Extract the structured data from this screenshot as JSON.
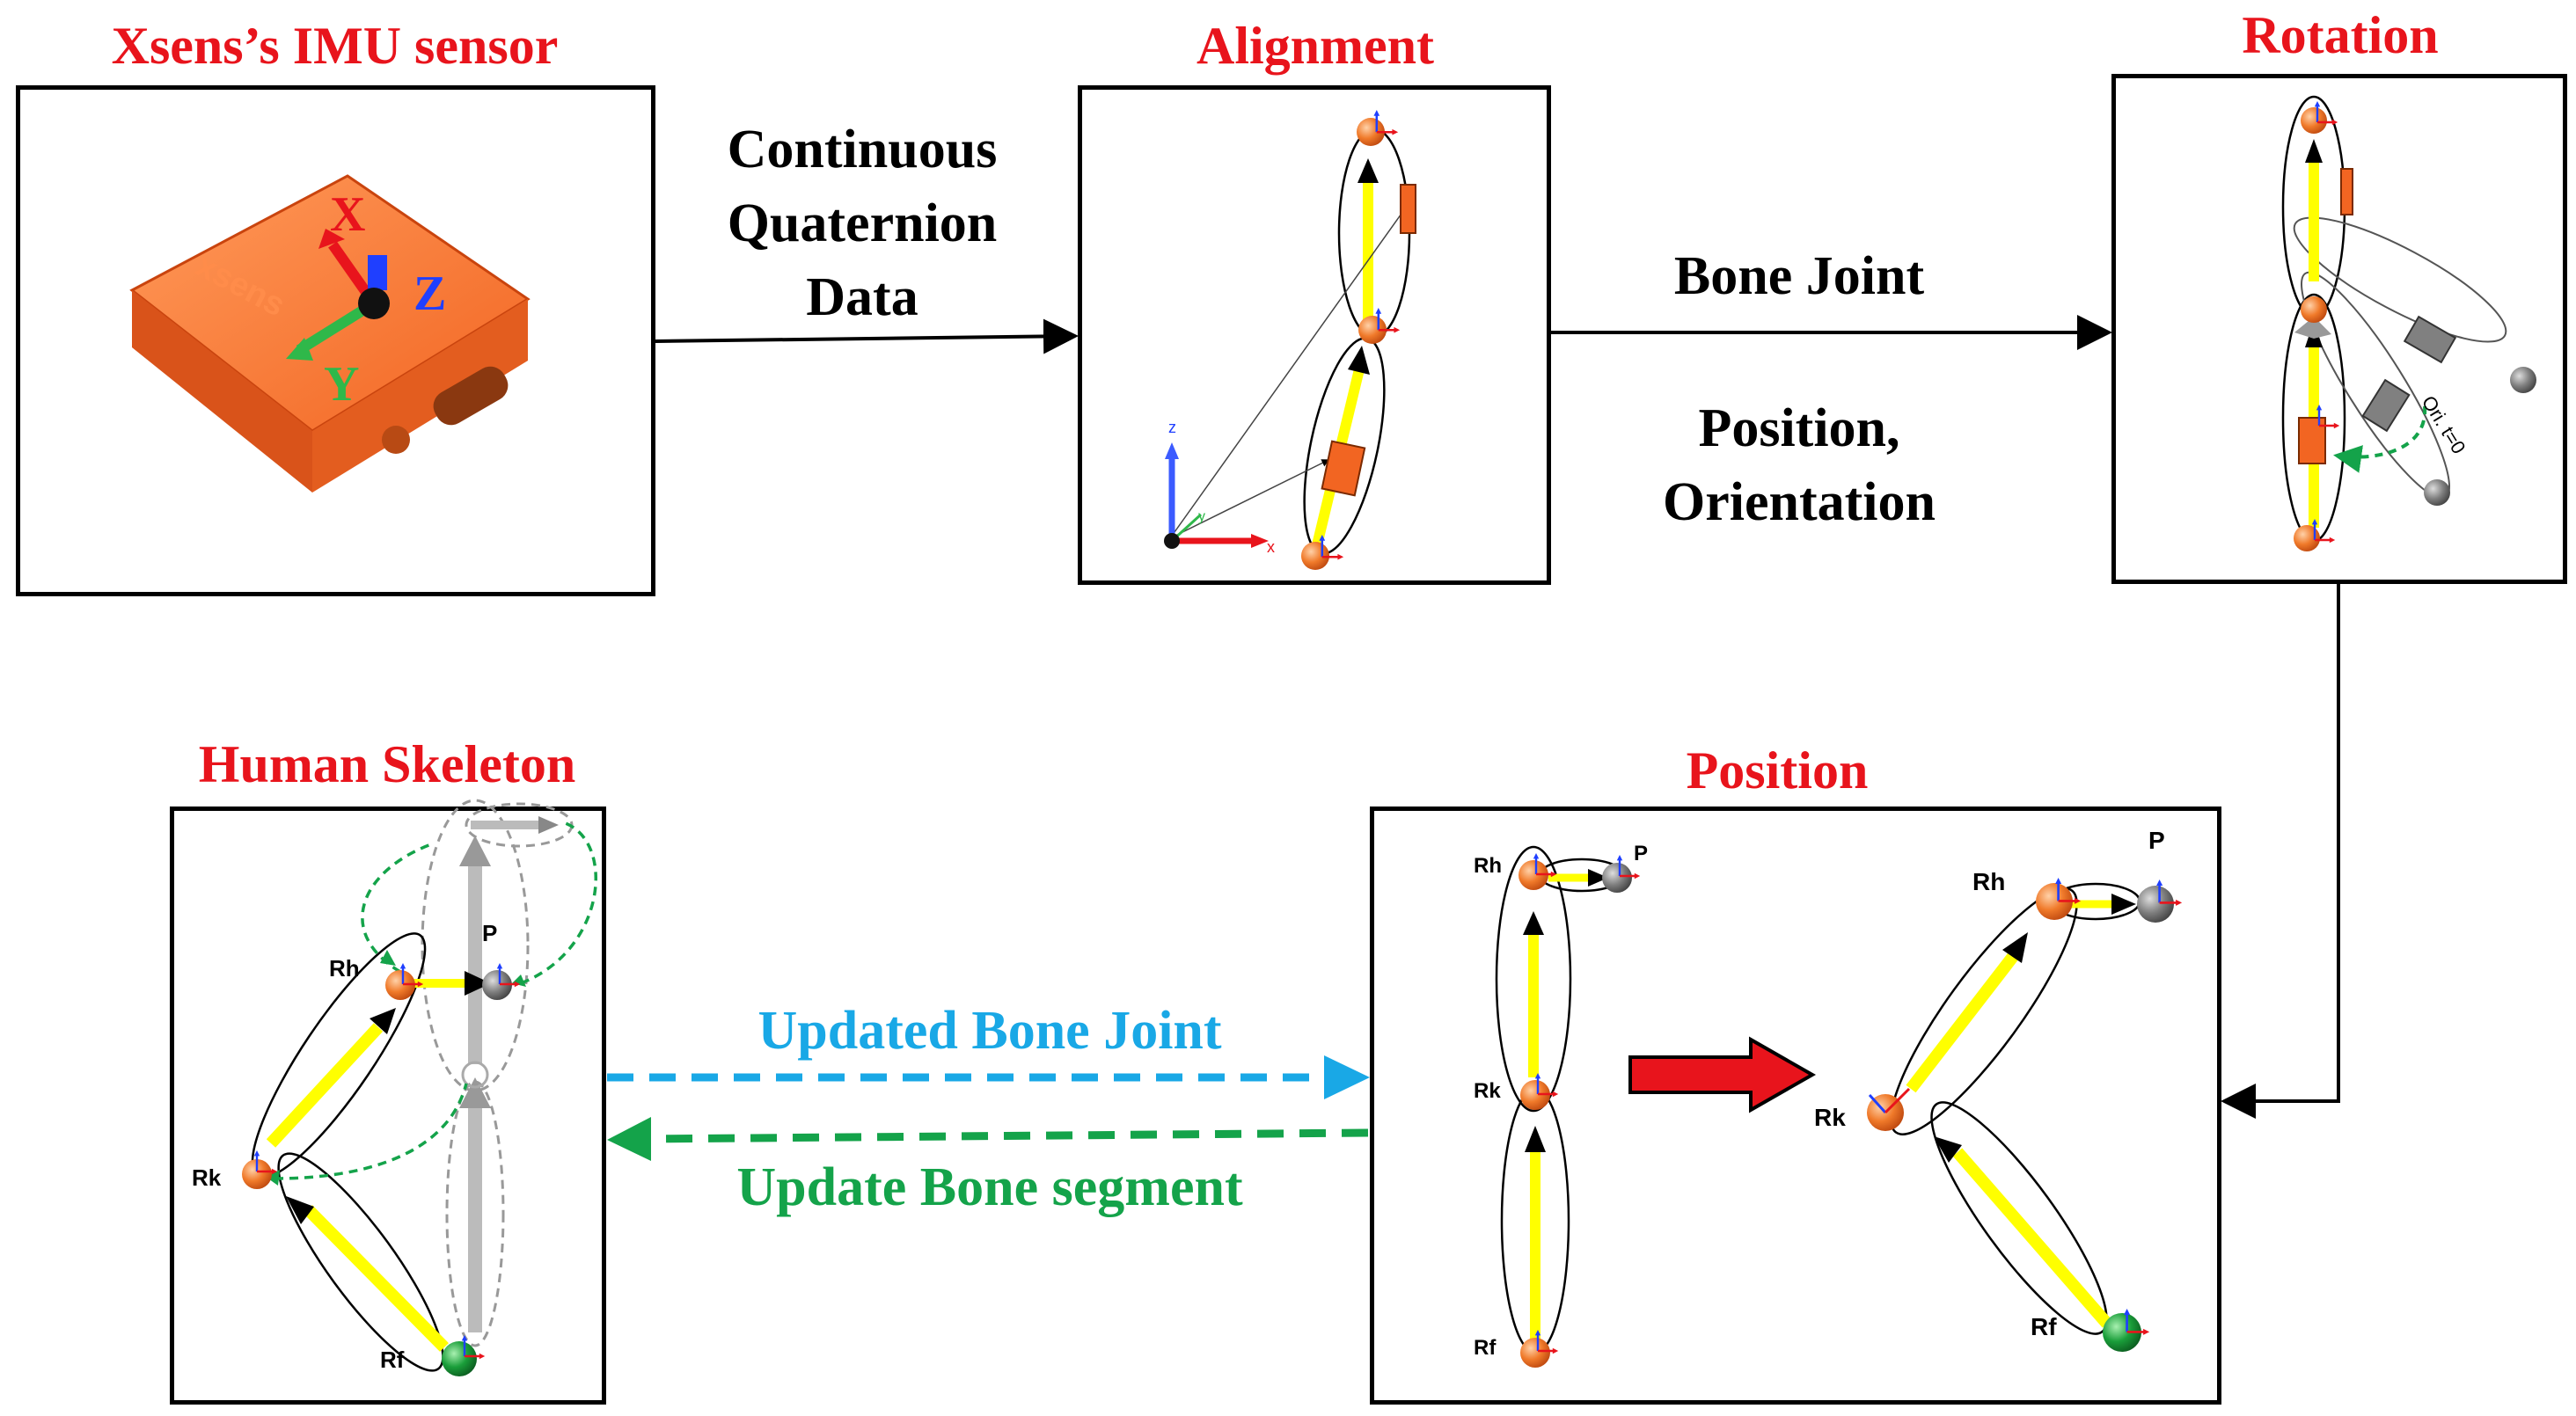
{
  "titles": {
    "sensor": "Xsens’s IMU sensor",
    "alignment": "Alignment",
    "rotation": "Rotation",
    "human_skeleton": "Human Skeleton",
    "position": "Position"
  },
  "flow_labels": {
    "quaternion": [
      "Continuous",
      "Quaternion",
      "Data"
    ],
    "bone_joint": "Bone Joint",
    "pos_orient": [
      "Position,",
      "Orientation"
    ],
    "updated_bone_joint": "Updated Bone Joint",
    "update_bone_segment": "Update Bone segment"
  },
  "sensor": {
    "brand": "xsens",
    "axes": {
      "x": "X",
      "y": "Y",
      "z": "Z"
    }
  },
  "alignment_axes": {
    "x": "x",
    "y": "y",
    "z": "z"
  },
  "rotation_note": "Ori. t=0",
  "joints": {
    "p": "P",
    "rh": "Rh",
    "rk": "Rk",
    "rf": "Rf"
  },
  "colors": {
    "title": "#e8141c",
    "orange_device": "#f26522",
    "bone_yellow": "#ffff00",
    "joint_orange": "#f07a2a",
    "joint_green": "#1a9e3a",
    "joint_gray": "#808080",
    "cyan_arrow": "#19a8e6",
    "green_arrow": "#14a34a",
    "red_arrow": "#e8141c"
  }
}
